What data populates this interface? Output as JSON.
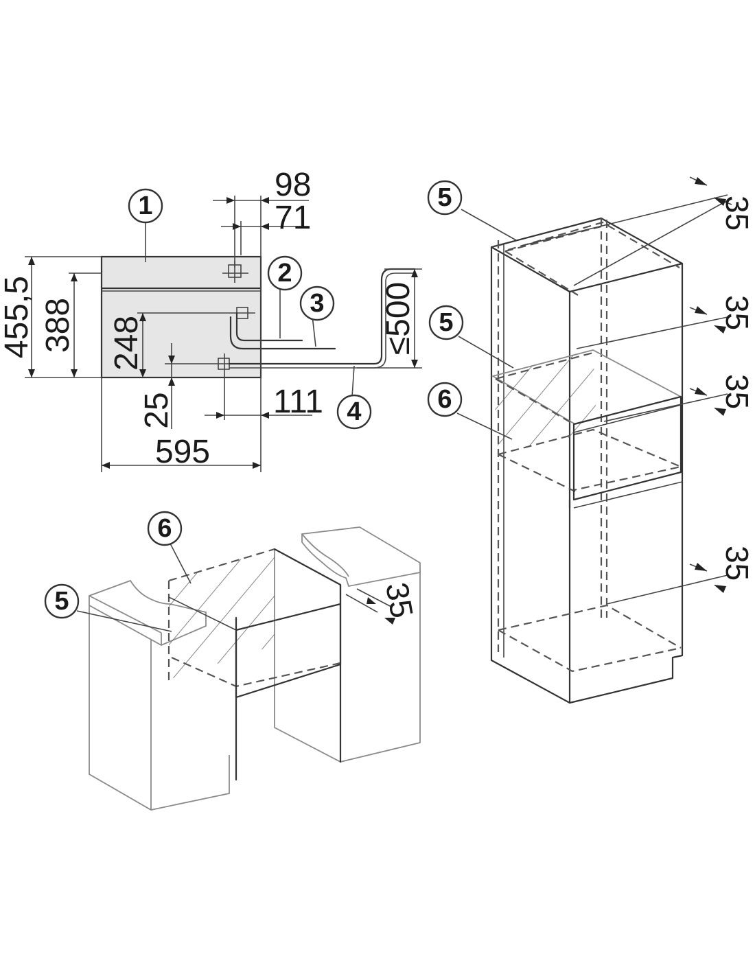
{
  "dimensions": {
    "d98": "98",
    "d71": "71",
    "d455": "455,5",
    "d388": "388",
    "d248": "248",
    "d25": "25",
    "d111": "111",
    "d595": "595",
    "d500": "≤500",
    "d35": "35"
  },
  "callouts": {
    "c1": "1",
    "c2": "2",
    "c3": "3",
    "c4": "4",
    "c5": "5",
    "c6": "6"
  }
}
